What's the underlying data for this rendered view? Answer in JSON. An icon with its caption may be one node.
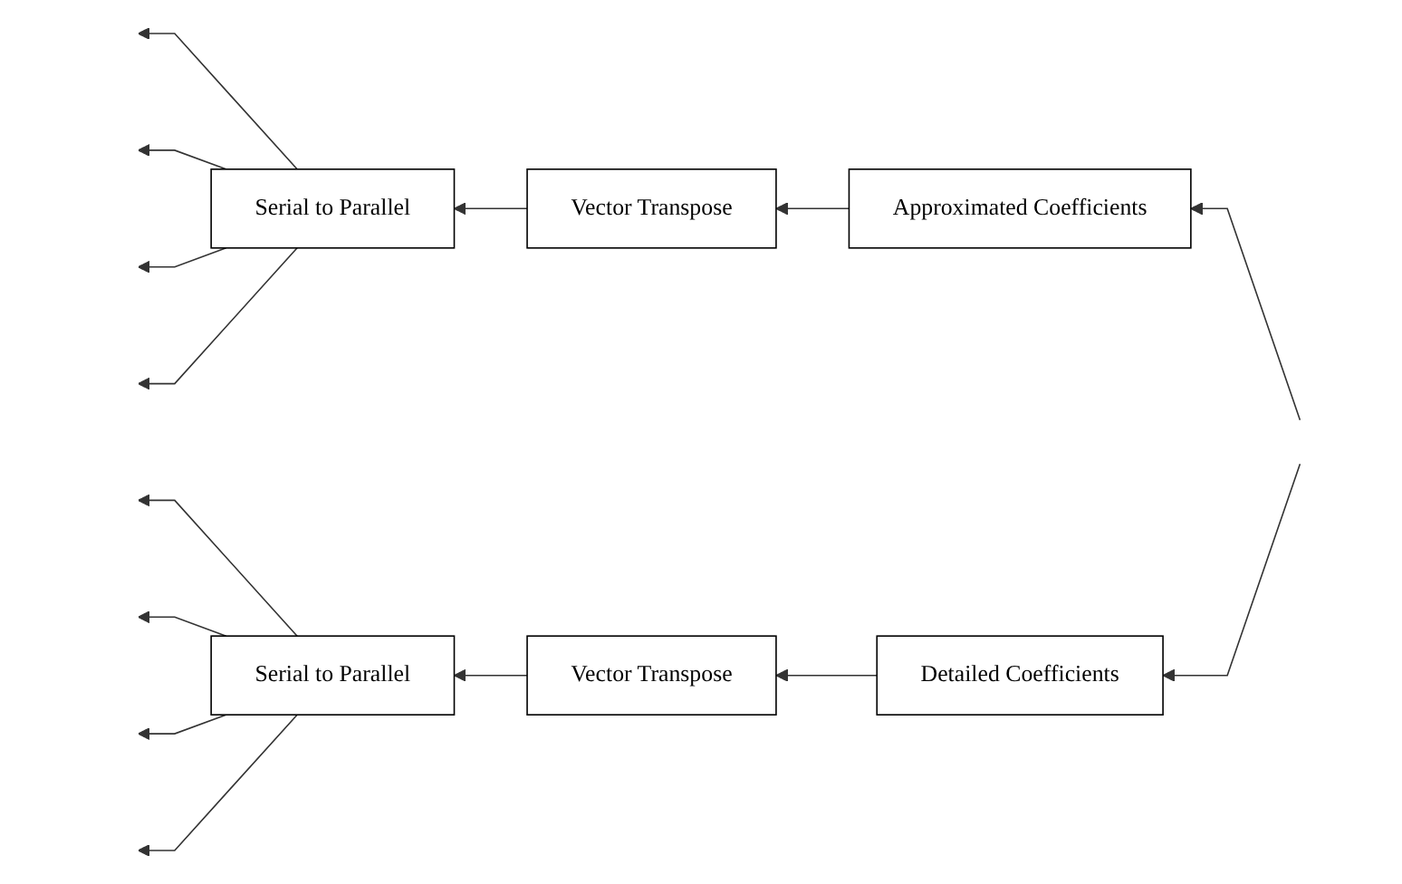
{
  "diagram": {
    "nodes": [
      {
        "text": [
          "Serial to Parallel"
        ]
      },
      {
        "text": [
          "Vector Transpose"
        ]
      },
      {
        "text": [
          "Approximated Coefficients"
        ]
      },
      {
        "text": [
          "Serial to Parallel"
        ]
      },
      {
        "text": [
          "Vector Transpose"
        ]
      },
      {
        "text": [
          "Detailed Coefficients"
        ]
      }
    ],
    "edges": [
      {
        "from": null,
        "to": 2,
        "arrow": "to"
      },
      {
        "from": null,
        "to": 5,
        "arrow": "to"
      },
      {
        "from": 2,
        "to": 1,
        "arrow": "to"
      },
      {
        "from": 1,
        "to": 0,
        "arrow": "to"
      },
      {
        "from": 5,
        "to": 4,
        "arrow": "to"
      },
      {
        "from": 4,
        "to": 3,
        "arrow": "to"
      },
      {
        "from": 0,
        "to": null,
        "arrow": "to"
      },
      {
        "from": 0,
        "to": null,
        "arrow": "to"
      },
      {
        "from": 0,
        "to": null,
        "arrow": "to"
      },
      {
        "from": 0,
        "to": null,
        "arrow": "to"
      },
      {
        "from": 3,
        "to": null,
        "arrow": "to"
      },
      {
        "from": 3,
        "to": null,
        "arrow": "to"
      },
      {
        "from": 3,
        "to": null,
        "arrow": "to"
      },
      {
        "from": 3,
        "to": null,
        "arrow": "to"
      }
    ]
  }
}
